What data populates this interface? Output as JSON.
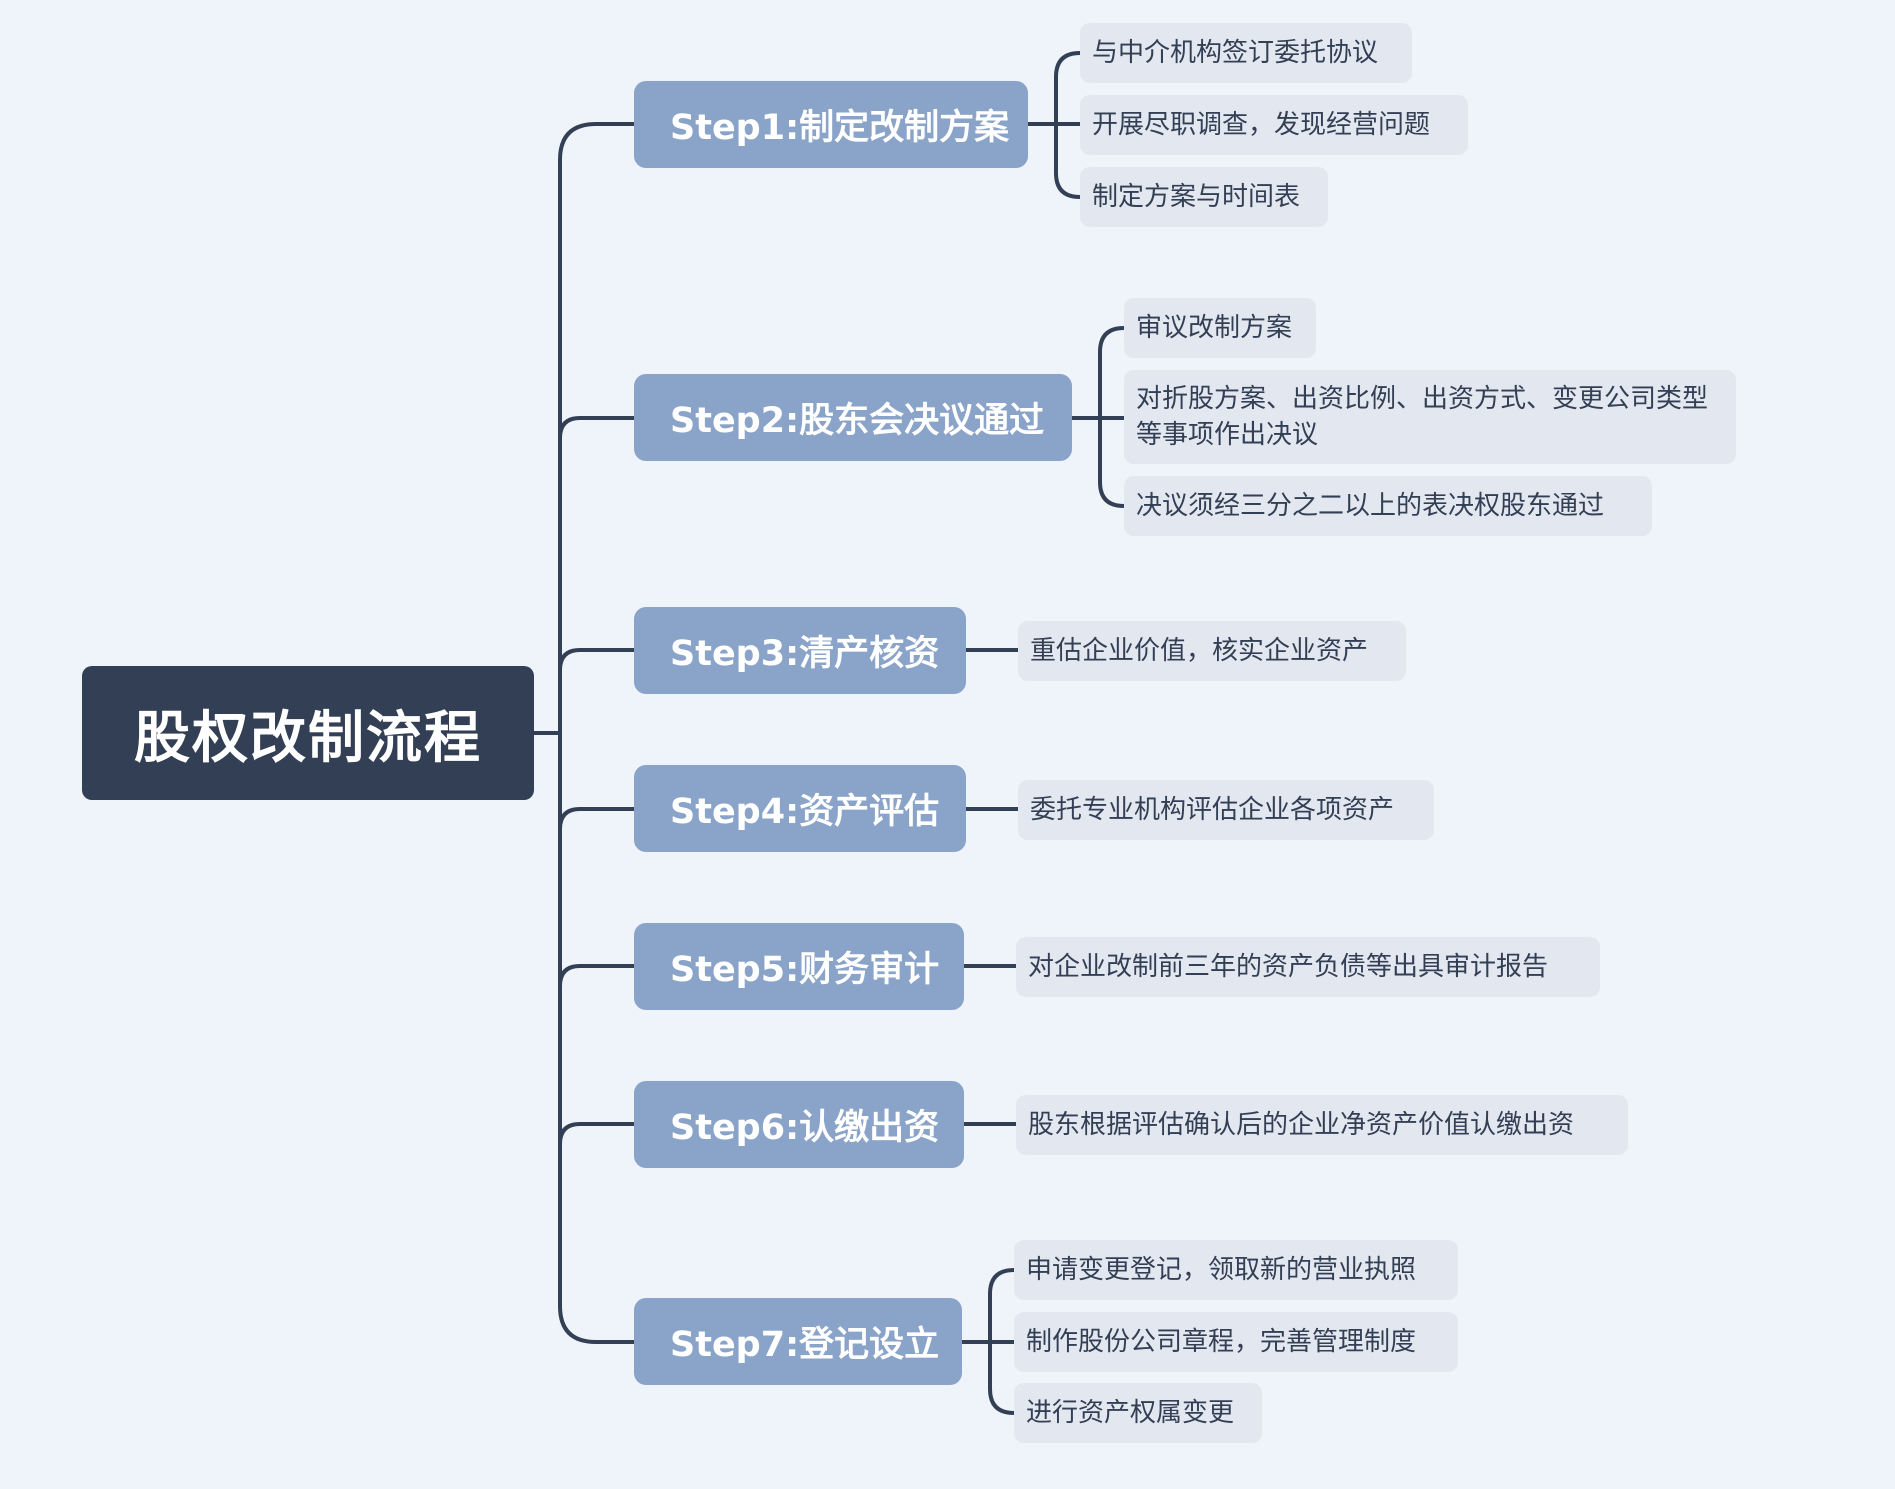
{
  "root": {
    "label": "股权改制流程"
  },
  "steps": [
    {
      "label": "Step1:制定改制方案",
      "items": [
        "与中介机构签订委托协议",
        "开展尽职调查，发现经营问题",
        "制定方案与时间表"
      ]
    },
    {
      "label": "Step2:股东会决议通过",
      "items": [
        "审议改制方案",
        "对折股方案、出资比例、出资方式、变更公司类型等事项作出决议",
        "决议须经三分之二以上的表决权股东通过"
      ]
    },
    {
      "label": "Step3:清产核资",
      "items": [
        "重估企业价值，核实企业资产"
      ]
    },
    {
      "label": "Step4:资产评估",
      "items": [
        "委托专业机构评估企业各项资产"
      ]
    },
    {
      "label": "Step5:财务审计",
      "items": [
        "对企业改制前三年的资产负债等出具审计报告"
      ]
    },
    {
      "label": "Step6:认缴出资",
      "items": [
        "股东根据评估确认后的企业净资产价值认缴出资"
      ]
    },
    {
      "label": "Step7:登记设立",
      "items": [
        "申请变更登记，领取新的营业执照",
        "制作股份公司章程，完善管理制度",
        "进行资产权属变更"
      ]
    }
  ],
  "colors": {
    "root_bg": "#333f54",
    "step_bg": "#8aa3c8",
    "leaf_bg": "#e3e7ef",
    "line": "#333f54",
    "canvas_bg": "#eff3fa"
  }
}
